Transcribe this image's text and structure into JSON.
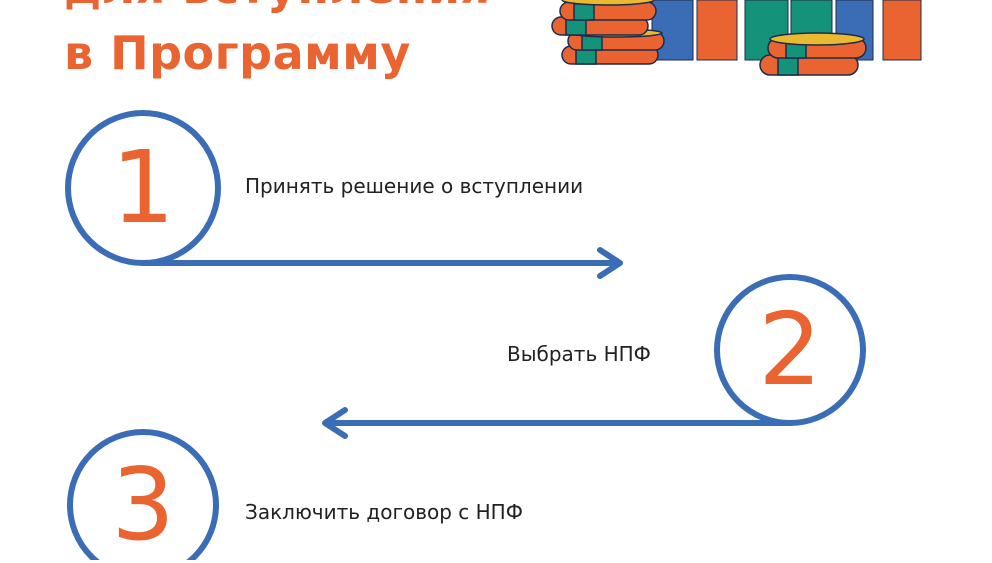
{
  "title": {
    "line1": "для вступления",
    "line2": "в Программу"
  },
  "colors": {
    "accent": "#ea6431",
    "line": "#3a6db5",
    "green": "#14937a",
    "gold": "#e9b92f"
  },
  "steps": [
    {
      "number": "1",
      "text": "Принять решение о вступлении"
    },
    {
      "number": "2",
      "text": "Выбрать НПФ"
    },
    {
      "number": "3",
      "text": "Заключить договор с НПФ"
    }
  ]
}
